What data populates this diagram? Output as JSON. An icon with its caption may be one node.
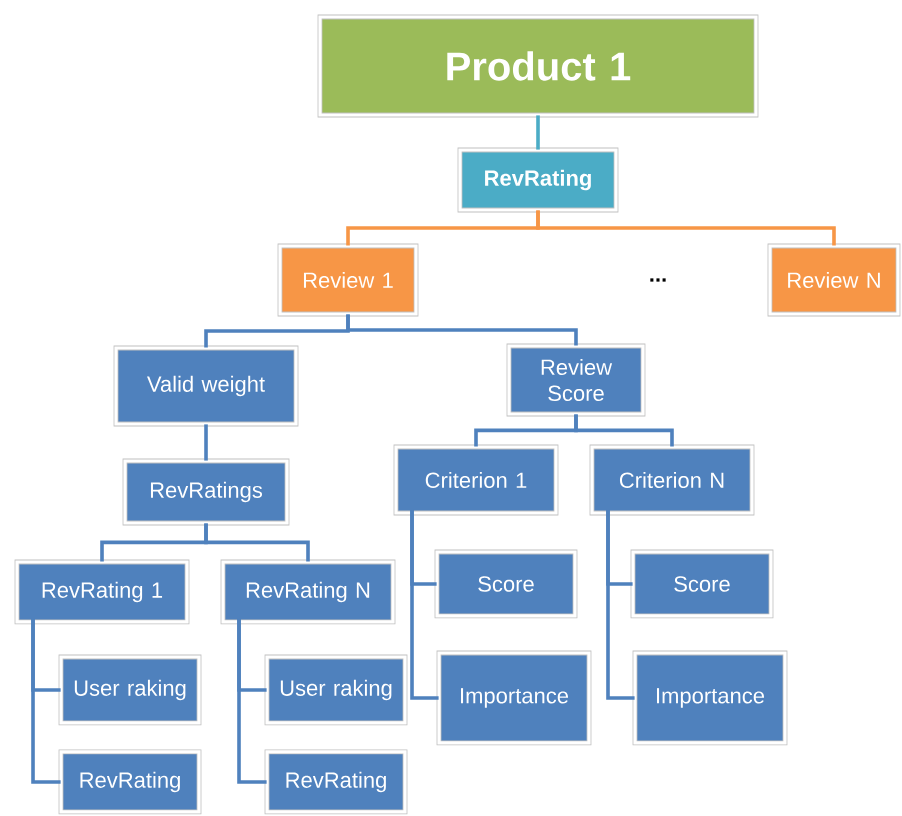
{
  "diagram": {
    "nodes": [
      {
        "text": [
          "Product 1"
        ]
      },
      {
        "text": [
          "RevRating"
        ]
      },
      {
        "text": [
          "Review 1"
        ]
      },
      {
        "text": [
          "Review N"
        ]
      },
      {
        "text": [
          "Valid weight"
        ]
      },
      {
        "text": [
          "Review Score"
        ]
      },
      {
        "text": [
          "RevRatings"
        ]
      },
      {
        "text": [
          "Criterion 1"
        ]
      },
      {
        "text": [
          "Criterion N"
        ]
      },
      {
        "text": [
          "RevRating 1"
        ]
      },
      {
        "text": [
          "RevRating N"
        ]
      },
      {
        "text": [
          "Score"
        ]
      },
      {
        "text": [
          "Importance"
        ]
      },
      {
        "text": [
          "Score"
        ]
      },
      {
        "text": [
          "Importance"
        ]
      },
      {
        "text": [
          "User raking"
        ]
      },
      {
        "text": [
          "RevRating"
        ]
      },
      {
        "text": [
          "User raking"
        ]
      },
      {
        "text": [
          "RevRating"
        ]
      }
    ],
    "edges": [
      {
        "from": 0,
        "to": 1,
        "arrow": "none",
        "color": "#4bacc6"
      },
      {
        "from": 1,
        "to": 2,
        "arrow": "none",
        "color": "#f79646"
      },
      {
        "from": 1,
        "to": 3,
        "arrow": "none",
        "color": "#f79646"
      },
      {
        "from": 2,
        "to": 4,
        "arrow": "none"
      },
      {
        "from": 2,
        "to": 5,
        "arrow": "none"
      },
      {
        "from": 4,
        "to": 6,
        "arrow": "none"
      },
      {
        "from": 5,
        "to": 7,
        "arrow": "none"
      },
      {
        "from": 5,
        "to": 8,
        "arrow": "none"
      },
      {
        "from": 6,
        "to": 9,
        "arrow": "none"
      },
      {
        "from": 6,
        "to": 10,
        "arrow": "none"
      },
      {
        "from": 7,
        "to": 11,
        "arrow": "none"
      },
      {
        "from": 7,
        "to": 12,
        "arrow": "none"
      },
      {
        "from": 8,
        "to": 13,
        "arrow": "none"
      },
      {
        "from": 8,
        "to": 14,
        "arrow": "none"
      },
      {
        "from": 9,
        "to": 15,
        "arrow": "none"
      },
      {
        "from": 9,
        "to": 16,
        "arrow": "none"
      },
      {
        "from": 10,
        "to": 17,
        "arrow": "none"
      },
      {
        "from": 10,
        "to": 18,
        "arrow": "none"
      }
    ],
    "labels": [
      "..."
    ]
  }
}
